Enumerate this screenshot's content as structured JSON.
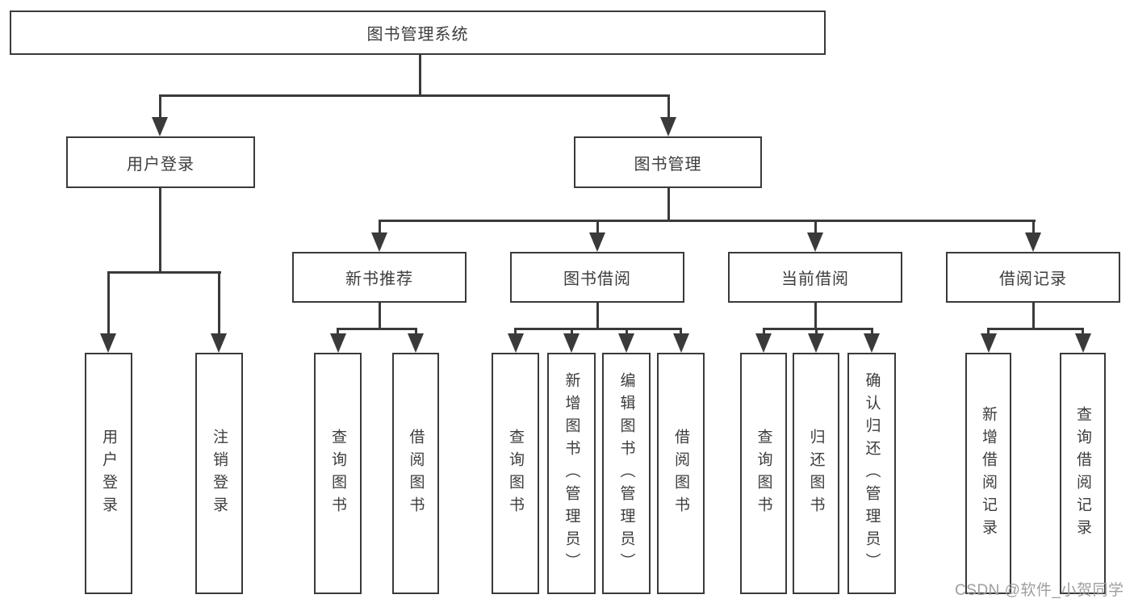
{
  "title": "图书管理系统",
  "colors": {
    "line": "#3a3a3a",
    "text": "#3d3d3d",
    "background": "#ffffff",
    "watermark": "#9e9e9e"
  },
  "nodes": {
    "root": "图书管理系统",
    "user_login": "用户登录",
    "book_mgmt": "图书管理",
    "new_book_rec": "新书推荐",
    "book_borrowing": "图书借阅",
    "current_borrowing": "当前借阅",
    "borrow_records": "借阅记录"
  },
  "leaves": {
    "user_login": [
      "用户登录",
      "注销登录"
    ],
    "new_book_rec": [
      "查询图书",
      "借阅图书"
    ],
    "book_borrowing": [
      "查询图书",
      "新增图书（管理员）",
      "编辑图书（管理员）",
      "借阅图书"
    ],
    "current_borrowing": [
      "查询图书",
      "归还图书",
      "确认归还（管理员）"
    ],
    "borrow_records": [
      "新增借阅记录",
      "查询借阅记录"
    ]
  },
  "watermark": "CSDN @软件_小贺同学"
}
